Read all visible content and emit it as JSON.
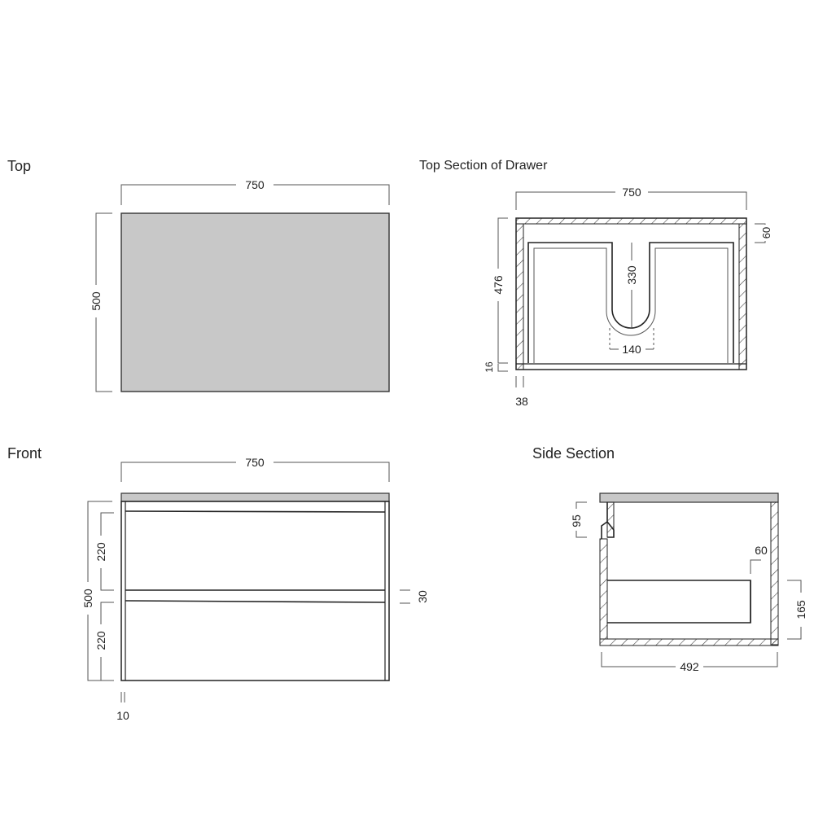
{
  "views": {
    "top": {
      "title": "Top",
      "width_label": "750",
      "depth_label": "500",
      "fill_color": "#c8c8c8"
    },
    "drawer_section": {
      "title": "Top Section of Drawer",
      "width_label": "750",
      "depth_label": "476",
      "back_label": "60",
      "cutout_depth_label": "330",
      "cutout_width_label": "140",
      "front_label": "16",
      "side_label": "38"
    },
    "front": {
      "title": "Front",
      "width_label": "750",
      "height_label": "500",
      "drawer1_label": "220",
      "drawer2_label": "220",
      "gap_label": "30",
      "leg_label": "10"
    },
    "side_section": {
      "title": "Side Section",
      "top_label": "95",
      "inner_label": "60",
      "drawer_height_label": "165",
      "depth_label": "492"
    }
  },
  "colors": {
    "line": "#555555",
    "top_fill": "#c8c8c8"
  }
}
